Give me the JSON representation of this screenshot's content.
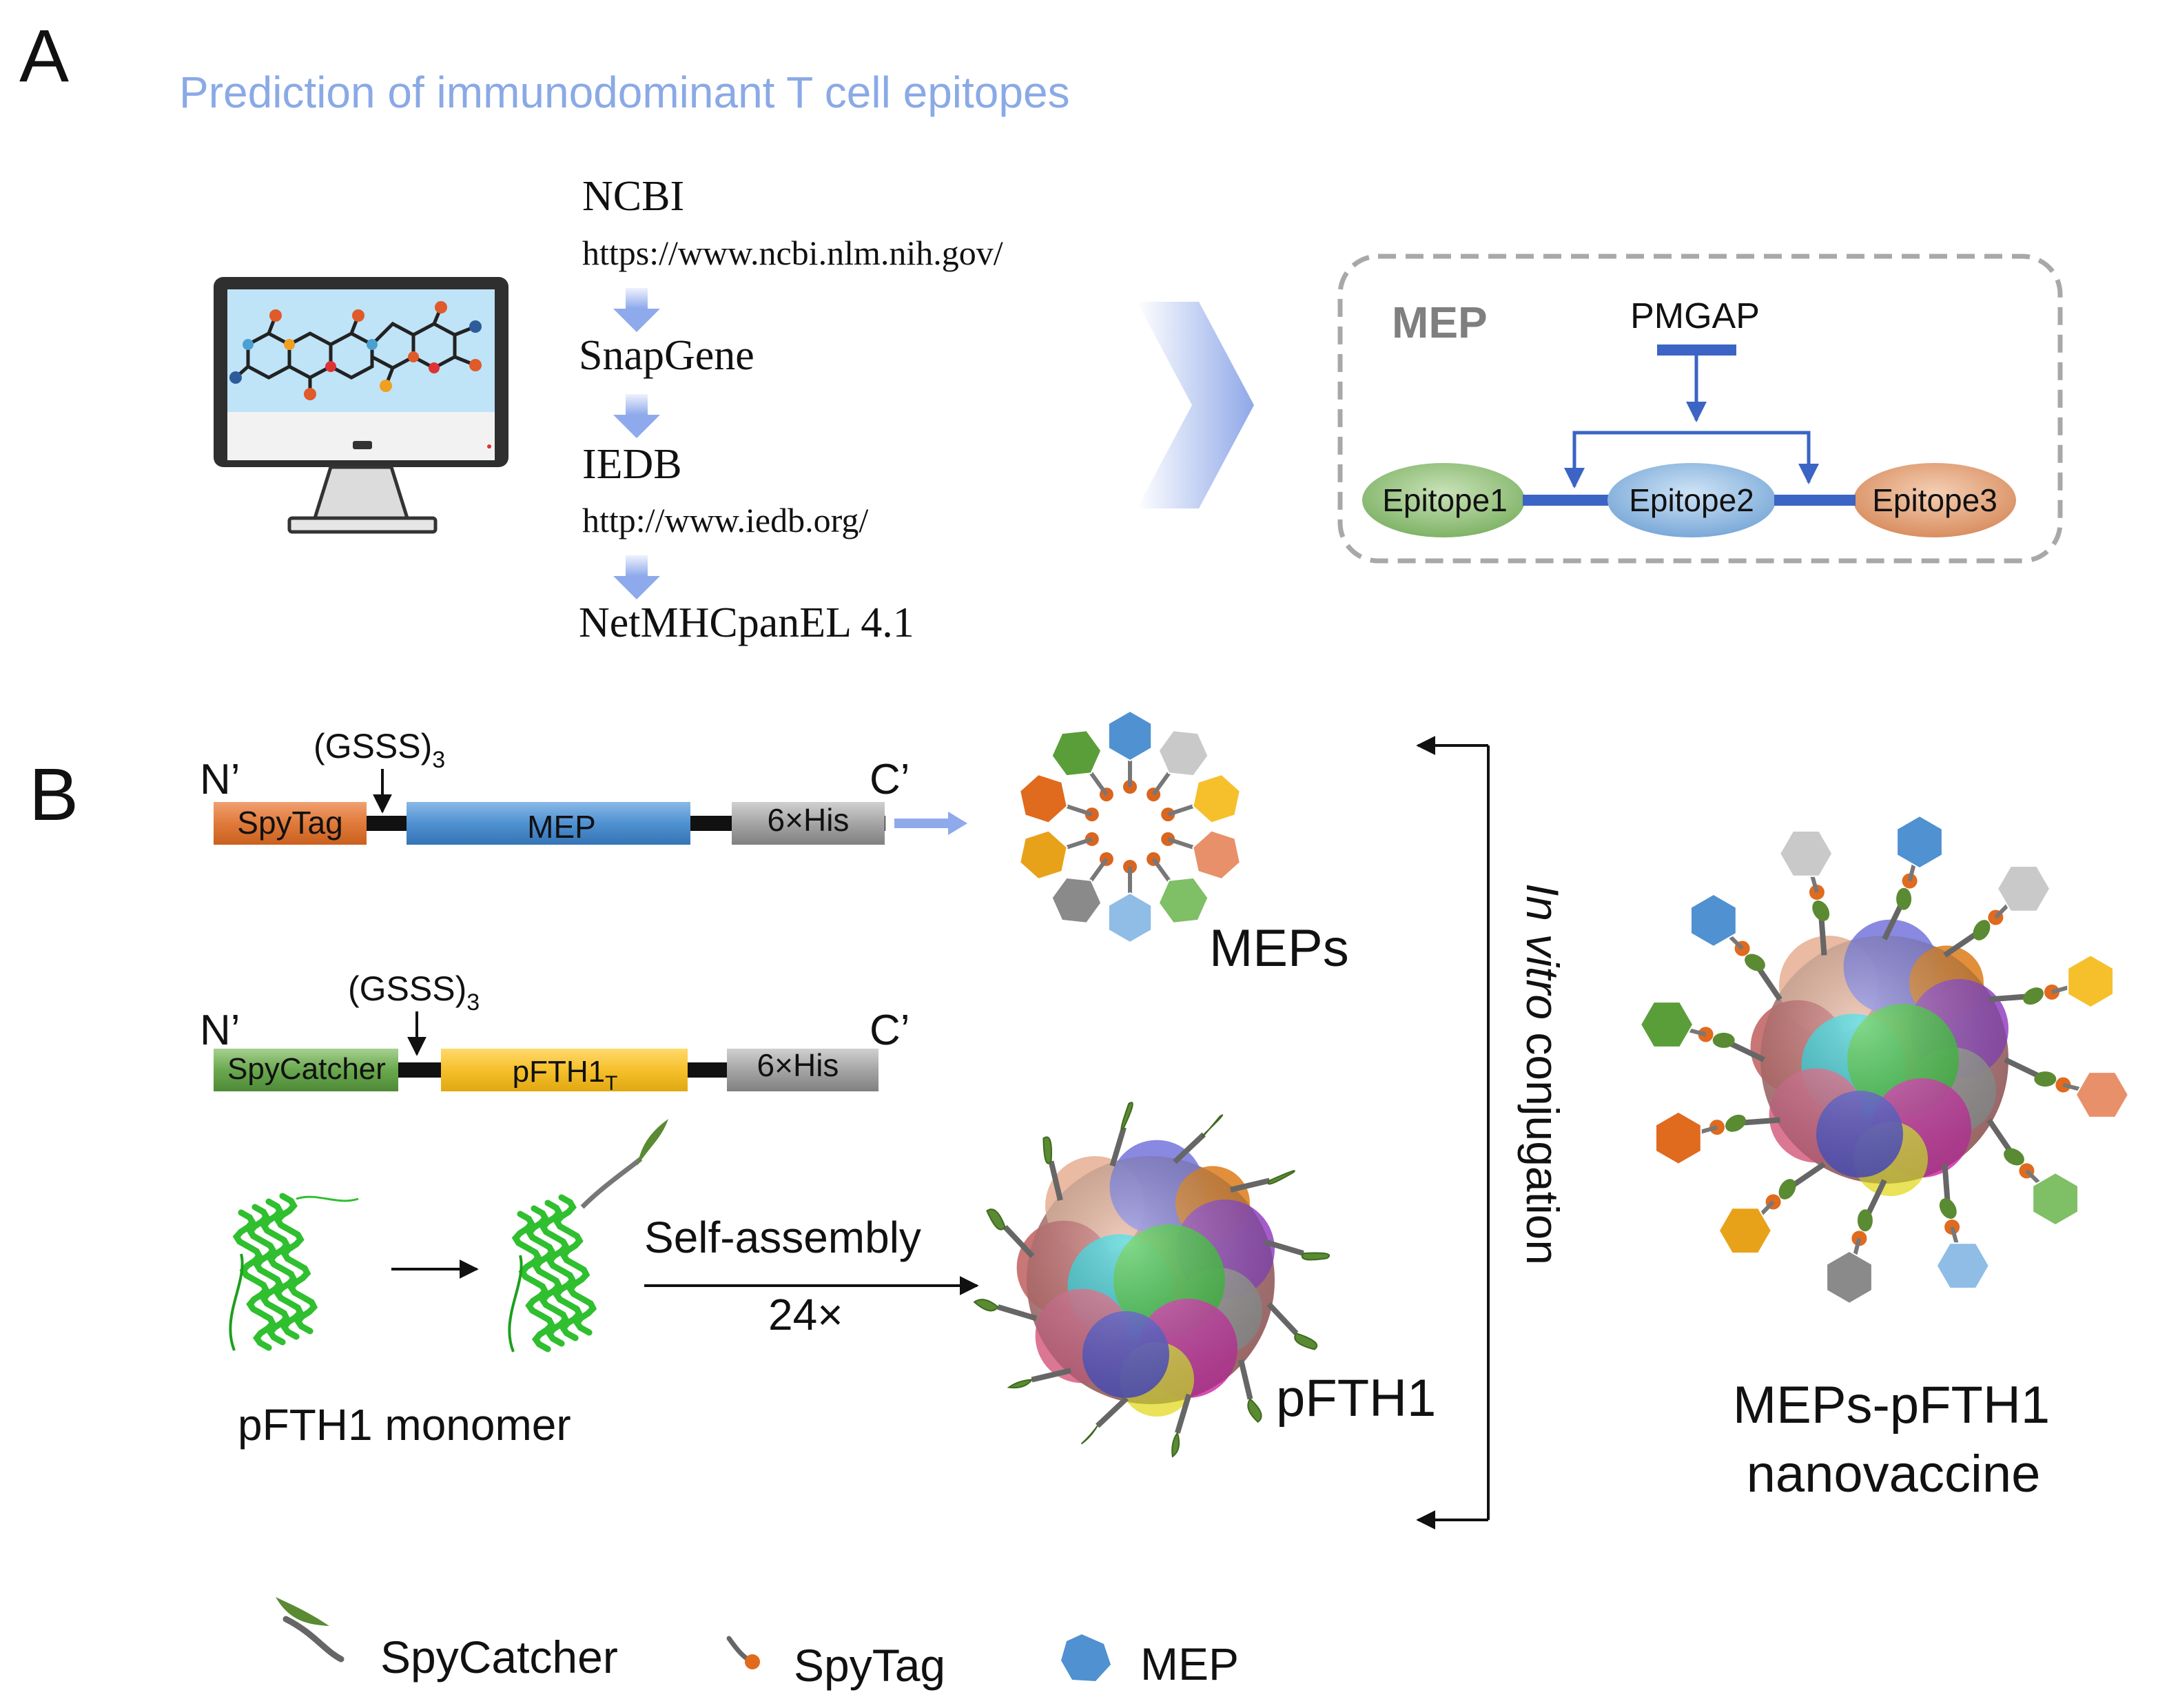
{
  "panel_a": {
    "letter": "A",
    "title": "Prediction of immunodominant T cell epitopes",
    "pipeline": {
      "ncbi": "NCBI",
      "ncbi_url": "https://www.ncbi.nlm.nih.gov/",
      "snapgene": "SnapGene",
      "iedb": "IEDB",
      "iedb_url": "http://www.iedb.org/",
      "netmhc": "NetMHCpanEL 4.1"
    },
    "mep_box": {
      "label": "MEP",
      "linker": "PMGAP",
      "epitope1": "Epitope1",
      "epitope2": "Epitope2",
      "epitope3": "Epitope3"
    }
  },
  "panel_b": {
    "letter": "B",
    "construct1": {
      "n_term": "N’",
      "c_term": "C’",
      "linker": "(GSSS)",
      "linker_sub": "3",
      "tag": "SpyTag",
      "mep": "MEP",
      "his": "6×His"
    },
    "construct2": {
      "n_term": "N’",
      "c_term": "C’",
      "linker": "(GSSS)",
      "linker_sub": "3",
      "catcher": "SpyCatcher",
      "fth": "pFTH1",
      "fth_sub": "T",
      "his": "6×His"
    },
    "meps_label": "MEPs",
    "monomer_label": "pFTH1 monomer",
    "self_assembly": "Self-assembly",
    "fold": "24×",
    "pfth1_label": "pFTH1",
    "conjugation_italic": "In vitro",
    "conjugation_rest": " conjugation",
    "nanovaccine_line1": "MEPs-pFTH1",
    "nanovaccine_line2": "nanovaccine"
  },
  "legend": {
    "spycatcher": "SpyCatcher",
    "spytag": "SpyTag",
    "mep": "MEP"
  },
  "colors": {
    "title_blue": "#8aa9e6",
    "spytag_orange": "#e07a3a",
    "mep_blue": "#4f91d1",
    "his_gray": "#9a9a9a",
    "spycatcher_green": "#6aa84f",
    "fth_yellow": "#f6c02c",
    "linker_blue": "#3b64c4",
    "epitope1": "#8fc07a",
    "epitope2": "#8db8e0",
    "epitope3": "#e0a07c"
  }
}
